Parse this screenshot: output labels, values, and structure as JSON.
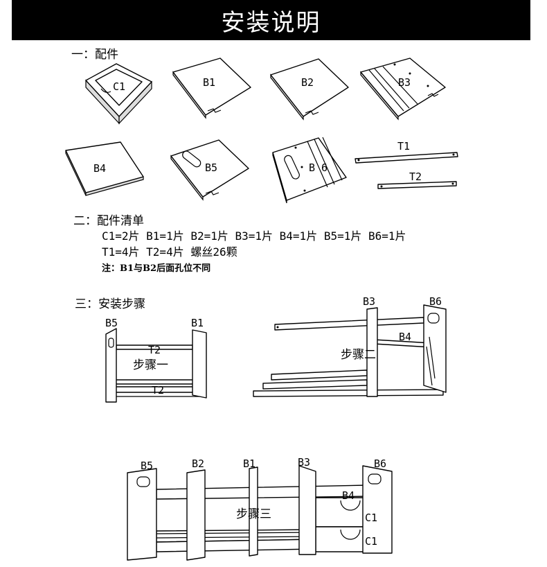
{
  "title": "安装说明",
  "sections": {
    "parts": "一：配件",
    "parts_list": "二：配件清单",
    "steps": "三：安装步骤"
  },
  "list_lines": [
    "C1=2片 B1=1片 B2=1片 B3=1片 B4=1片 B5=1片 B6=1片",
    "T1=4片 T2=4片  螺丝26颗"
  ],
  "note": "注：B1与B2后面孔位不同",
  "part_labels": {
    "c1": "C1",
    "b1": "B1",
    "b2": "B2",
    "b3": "B3",
    "b4": "B4",
    "b5": "B5",
    "b6": "B 6",
    "t1": "T1",
    "t2": "T2"
  },
  "step1": {
    "label": "步骤一",
    "b5": "B5",
    "b1": "B1",
    "t2a": "T2",
    "t2b": "T2"
  },
  "step2": {
    "label": "步骤二",
    "b3": "B3",
    "b6": "B6",
    "b4": "B4"
  },
  "step3": {
    "label": "步骤三",
    "b5": "B5",
    "b2": "B2",
    "b1": "B1",
    "b3": "B3",
    "b6": "B6",
    "b4": "B4",
    "c1a": "C1",
    "c1b": "C1"
  }
}
